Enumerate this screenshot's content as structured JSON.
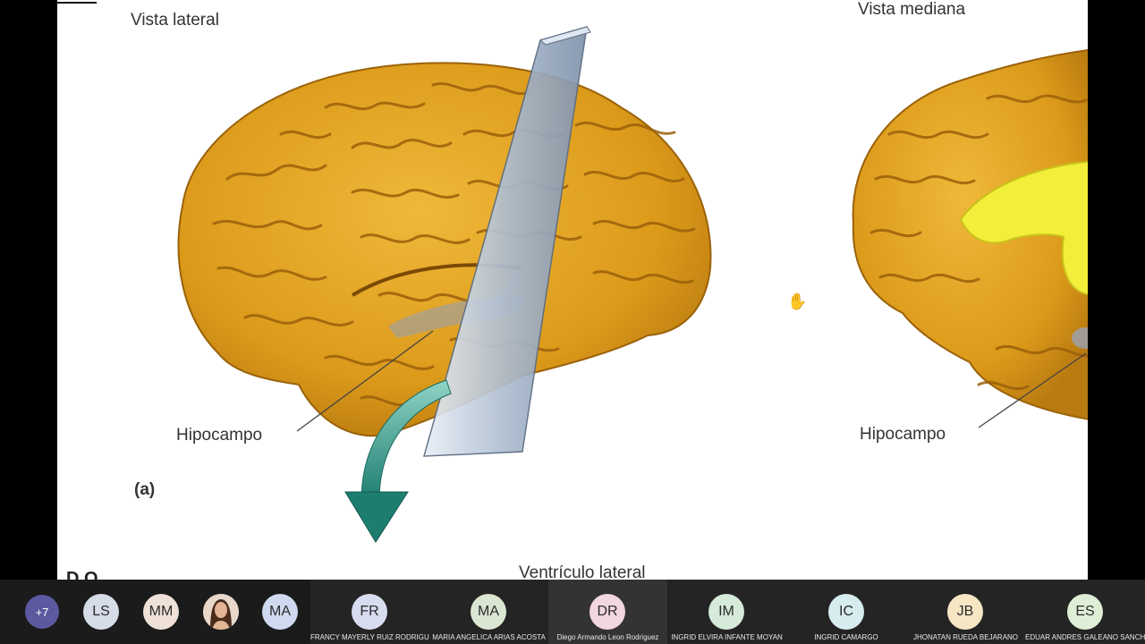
{
  "slide": {
    "label_lateral": "Vista lateral",
    "label_median": "Vista mediana",
    "label_hippo_left": "Hipocampo",
    "label_hippo_right": "Hipocampo",
    "label_a": "(a)",
    "label_ventricle": "Ventrículo lateral",
    "partial_text": "D.O"
  },
  "colors": {
    "brain_fill": "#e3a21c",
    "brain_dark": "#a8670a",
    "blade": "#b9c6d6",
    "arrow": "#2a8c7e",
    "median_yellow": "#f2ee3a"
  },
  "participants": {
    "more_count": "+7",
    "tiles": [
      {
        "initials": "LS",
        "color": "#d6dbe8",
        "name": ""
      },
      {
        "initials": "MM",
        "color": "#efe1d7",
        "name": ""
      },
      {
        "initials": "",
        "color": "#c8a088",
        "name": "",
        "photo": true
      },
      {
        "initials": "MA",
        "color": "#cfd9ef",
        "name": ""
      },
      {
        "initials": "FR",
        "color": "#d7dcef",
        "name": "FRANCY MAYERLY RUIZ RODRIGUEZ"
      },
      {
        "initials": "MA",
        "color": "#dbe6d2",
        "name": "MARIA ANGELICA ARIAS ACOSTA"
      },
      {
        "initials": "DR",
        "color": "#f2d6e2",
        "name": "Diego Armando Leon Rodriguez"
      },
      {
        "initials": "IM",
        "color": "#d5ead9",
        "name": "INGRID ELVIRA INFANTE MOYAN"
      },
      {
        "initials": "IC",
        "color": "#d6ecef",
        "name": "INGRID CAMARGO"
      },
      {
        "initials": "JB",
        "color": "#f6e6c4",
        "name": "JHONATAN RUEDA BEJARANO"
      },
      {
        "initials": "ES",
        "color": "#dfeed6",
        "name": "EDUAR ANDRES GALEANO SANCHEZ"
      }
    ]
  }
}
